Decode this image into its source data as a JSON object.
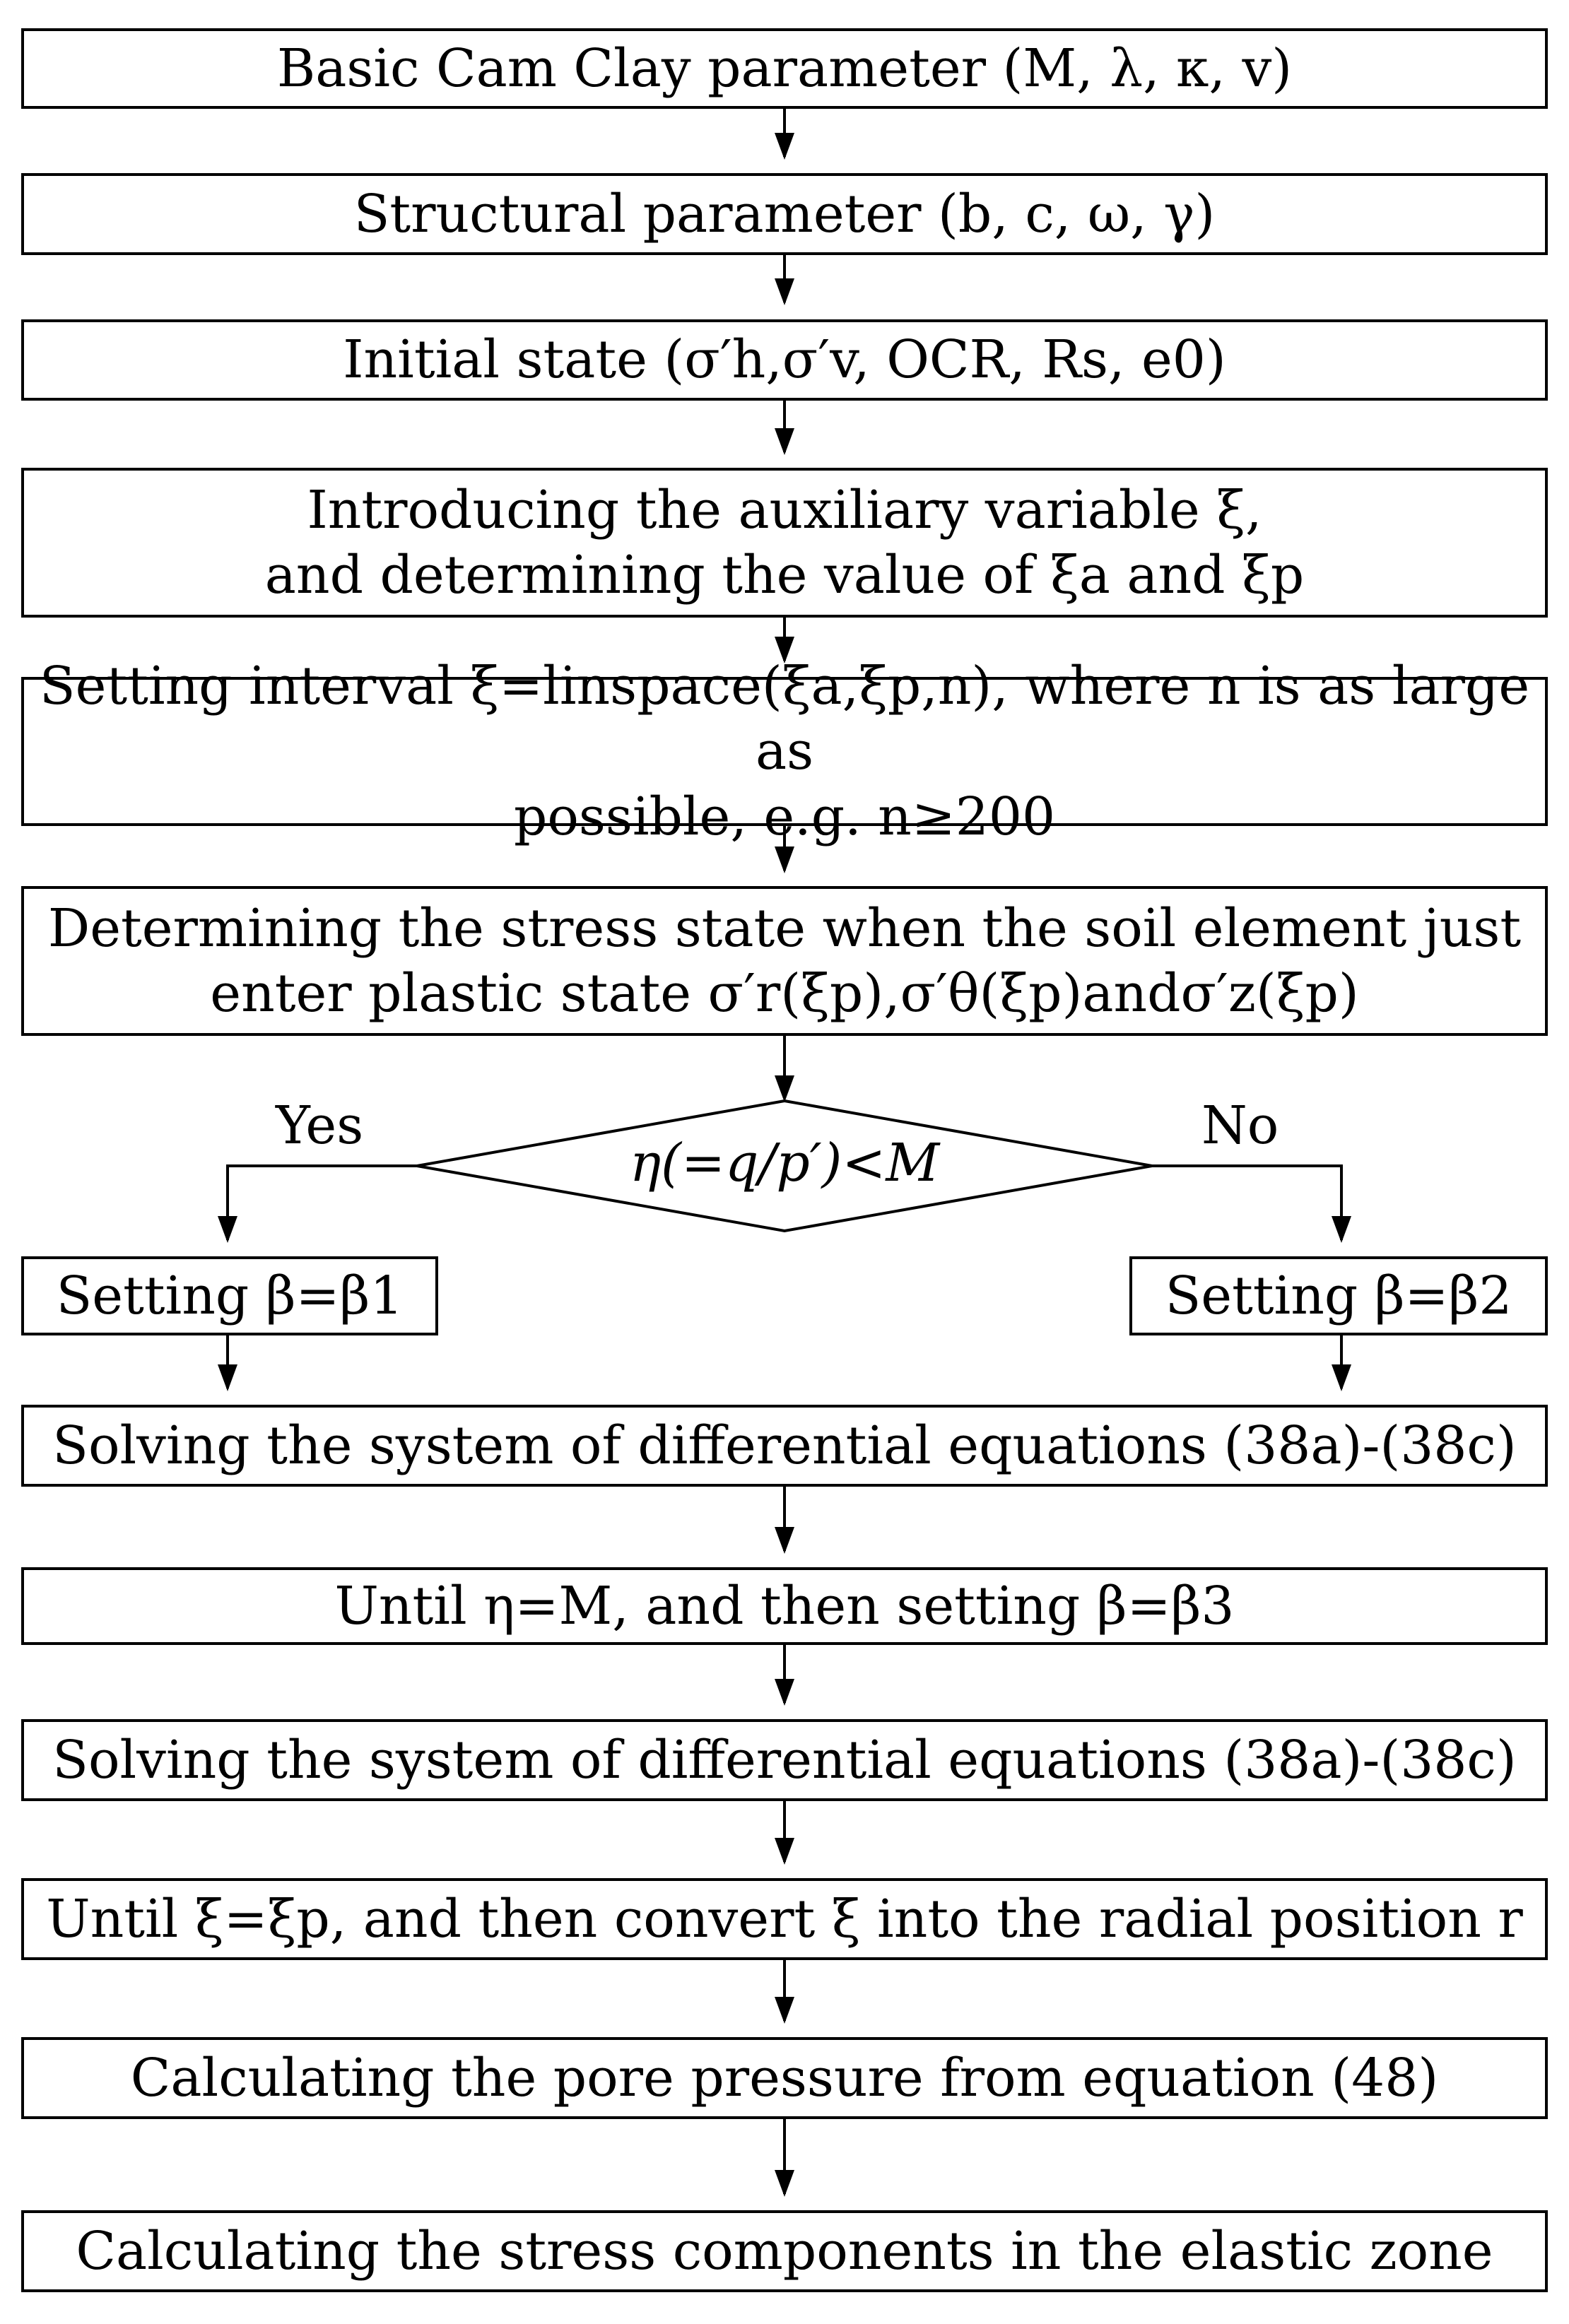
{
  "steps": {
    "s1": "Basic Cam Clay parameter (M, λ, κ, v)",
    "s2": "Structural parameter (b, c, ω, γ)",
    "s3": "Initial state (σ′h,σ′v, OCR, Rs, e0)",
    "s4_line1": "Introducing the auxiliary variable ξ,",
    "s4_line2": "and determining the value of ξa and ξp",
    "s5_line1": "Setting interval ξ=linspace(ξa,ξp,n), where n is as large as",
    "s5_line2": "possible, e.g. n≥200",
    "s6_line1": "Determining the stress state when the soil element just",
    "s6_line2": "enter plastic state σ′r(ξp),σ′θ(ξp)andσ′z(ξp)",
    "decision": "η(=q/p′)<M",
    "yes": "Yes",
    "no": "No",
    "beta1": "Setting β=β1",
    "beta2": "Setting β=β2",
    "s7": "Solving the system of differential equations (38a)-(38c)",
    "s8": "Until η=M, and then setting β=β3",
    "s9": "Solving the system of differential equations (38a)-(38c)",
    "s10": "Until ξ=ξp, and then convert ξ into the radial position r",
    "s11": "Calculating the pore pressure from equation (48)",
    "s12": "Calculating the stress components in the elastic zone"
  }
}
